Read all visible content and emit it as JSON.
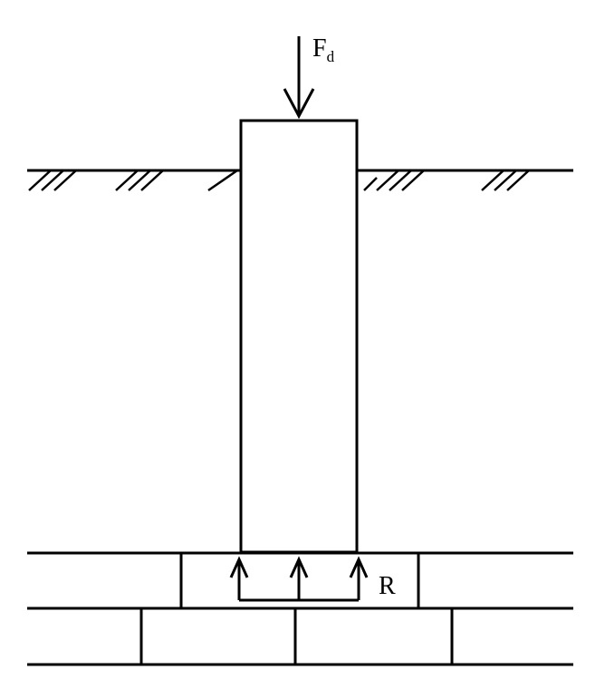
{
  "diagram": {
    "load_label": {
      "main": "F",
      "subscript": "d"
    },
    "reaction_label": "R",
    "colors": {
      "line": "#000000",
      "background": "#ffffff"
    }
  }
}
